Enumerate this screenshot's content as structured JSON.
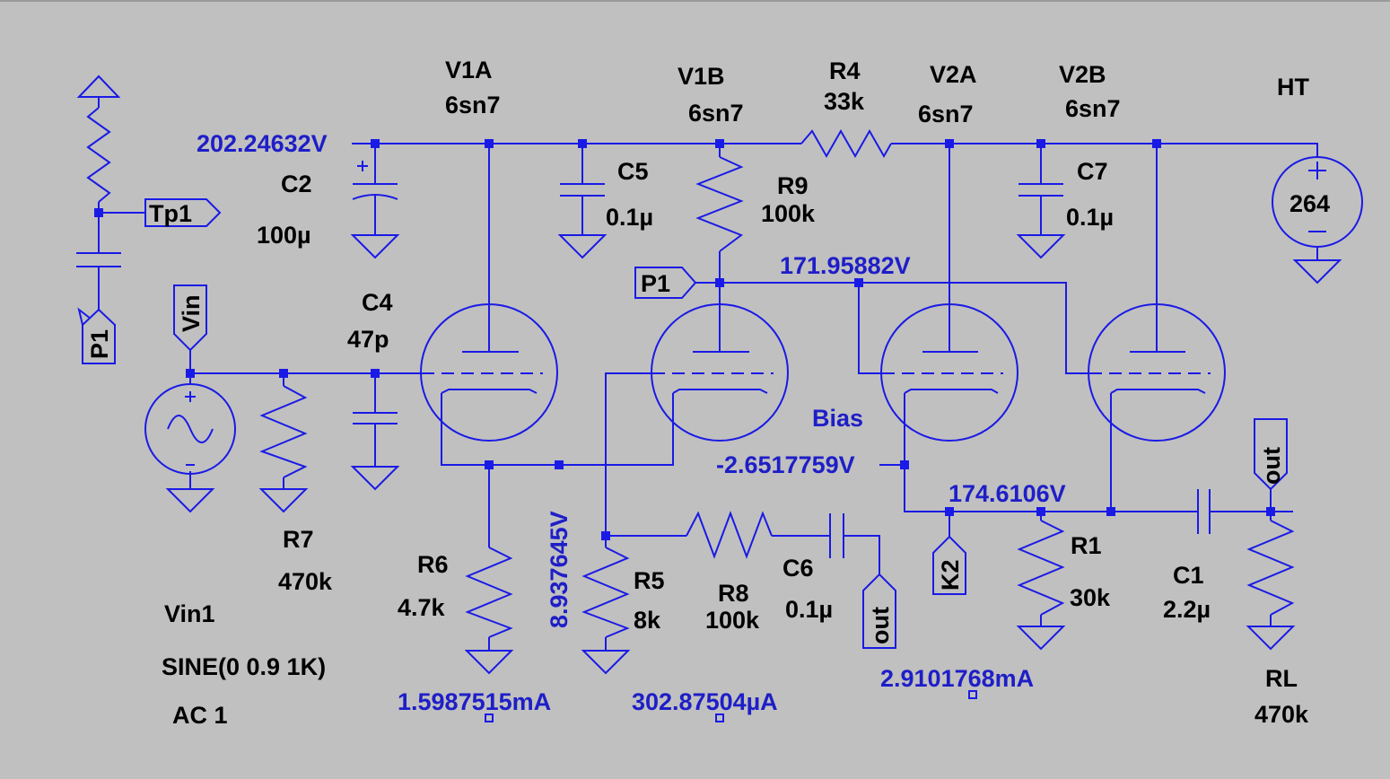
{
  "components": {
    "V1A": {
      "name": "V1A",
      "model": "6sn7"
    },
    "V1B": {
      "name": "V1B",
      "model": "6sn7"
    },
    "V2A": {
      "name": "V2A",
      "model": "6sn7"
    },
    "V2B": {
      "name": "V2B",
      "model": "6sn7"
    },
    "R4": {
      "name": "R4",
      "value": "33k"
    },
    "R9": {
      "name": "R9",
      "value": "100k"
    },
    "R7": {
      "name": "R7",
      "value": "470k"
    },
    "R6": {
      "name": "R6",
      "value": "4.7k"
    },
    "R5": {
      "name": "R5",
      "value": "8k"
    },
    "R8": {
      "name": "R8",
      "value": "100k"
    },
    "R1": {
      "name": "R1",
      "value": "30k"
    },
    "RL": {
      "name": "RL",
      "value": "470k"
    },
    "C2": {
      "name": "C2",
      "value": "100µ"
    },
    "C5": {
      "name": "C5",
      "value": "0.1µ"
    },
    "C7": {
      "name": "C7",
      "value": "0.1µ"
    },
    "C4": {
      "name": "C4",
      "value": "47p"
    },
    "C6": {
      "name": "C6",
      "value": "0.1µ"
    },
    "C1": {
      "name": "C1",
      "value": "2.2µ"
    },
    "HT": {
      "name": "HT",
      "value": "264"
    },
    "Vin1": {
      "name": "Vin1",
      "line1": "SINE(0 0.9 1K)",
      "line2": "AC 1"
    }
  },
  "probes": {
    "v_supply": "202.24632V",
    "v_p1": "171.95882V",
    "bias_label": "Bias",
    "v_bias": "-2.6517759V",
    "v_k2": "174.6106V",
    "v_r5": "8.937645V",
    "i_r6": "1.5987515mA",
    "i_r5": "302.87504µA",
    "i_k2": "2.9101768mA"
  },
  "net_labels": {
    "tp1": "Tp1",
    "p1": "P1",
    "vin": "Vin",
    "out": "out",
    "k2": "K2"
  },
  "colors": {
    "background": "#c0c0c0",
    "wire": "#1a1ae6",
    "probe_text": "#1e1ec8",
    "label_text": "#000000"
  }
}
